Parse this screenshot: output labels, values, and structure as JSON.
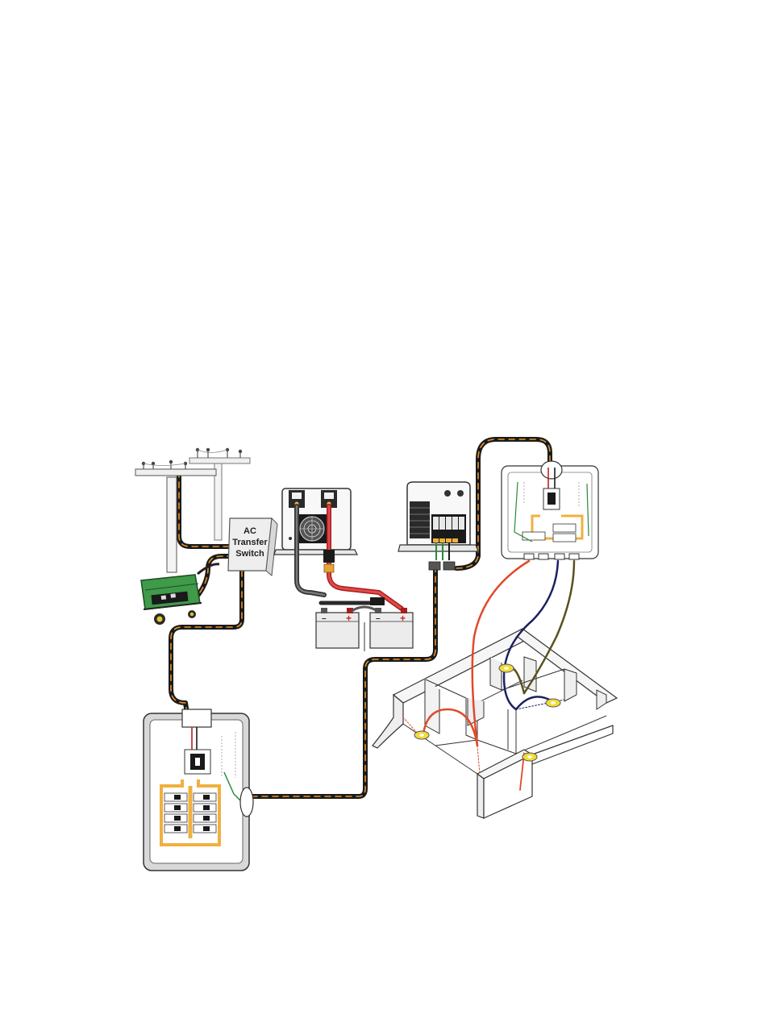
{
  "transfer_switch": {
    "line1": "AC",
    "line2": "Transfer",
    "line3": "Switch"
  },
  "battery": {
    "negative_left": "–",
    "positive_left": "+",
    "negative_right": "–",
    "positive_right": "+"
  },
  "colors": {
    "cable": "#1a1a1a",
    "cable_stripe": "#e8922a",
    "busbar": "#f0b040",
    "wire_red": "#e04a2a",
    "wire_navy": "#1a2060",
    "wire_olive": "#5a5020",
    "wire_green": "#2a8a3a",
    "light_yellow": "#f2dc3a",
    "generator_green": "#3f9a4a"
  },
  "icons": [
    "utility-pole-icon",
    "generator-icon",
    "inverter-icon",
    "battery-icon",
    "charge-controller-icon",
    "breaker-panel-icon",
    "house-wiring-icon",
    "light-fixture-icon"
  ]
}
